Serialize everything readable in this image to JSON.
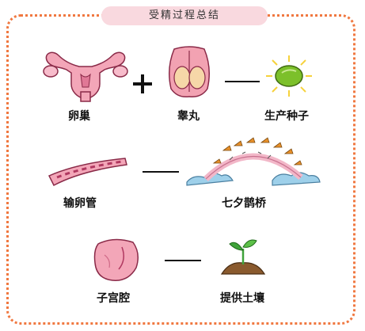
{
  "title": "受精过程总结",
  "rows": [
    {
      "left": "卵巢",
      "left2": "睾丸",
      "right": "生产种子"
    },
    {
      "left": "输卵管",
      "right": "七夕鹊桥"
    },
    {
      "left": "子宫腔",
      "right": "提供土壤"
    }
  ],
  "colors": {
    "border": "#f07840",
    "title_bg": "#f9d9df",
    "organ_pink": "#f3a6b8",
    "seed_green": "#7cc02a",
    "sun_yellow": "#f6d23c",
    "cloud_blue": "#9ed0ea",
    "bird_orange": "#e8902a",
    "soil_brown": "#8a5a2e",
    "sprout_green": "#3fa33a"
  }
}
